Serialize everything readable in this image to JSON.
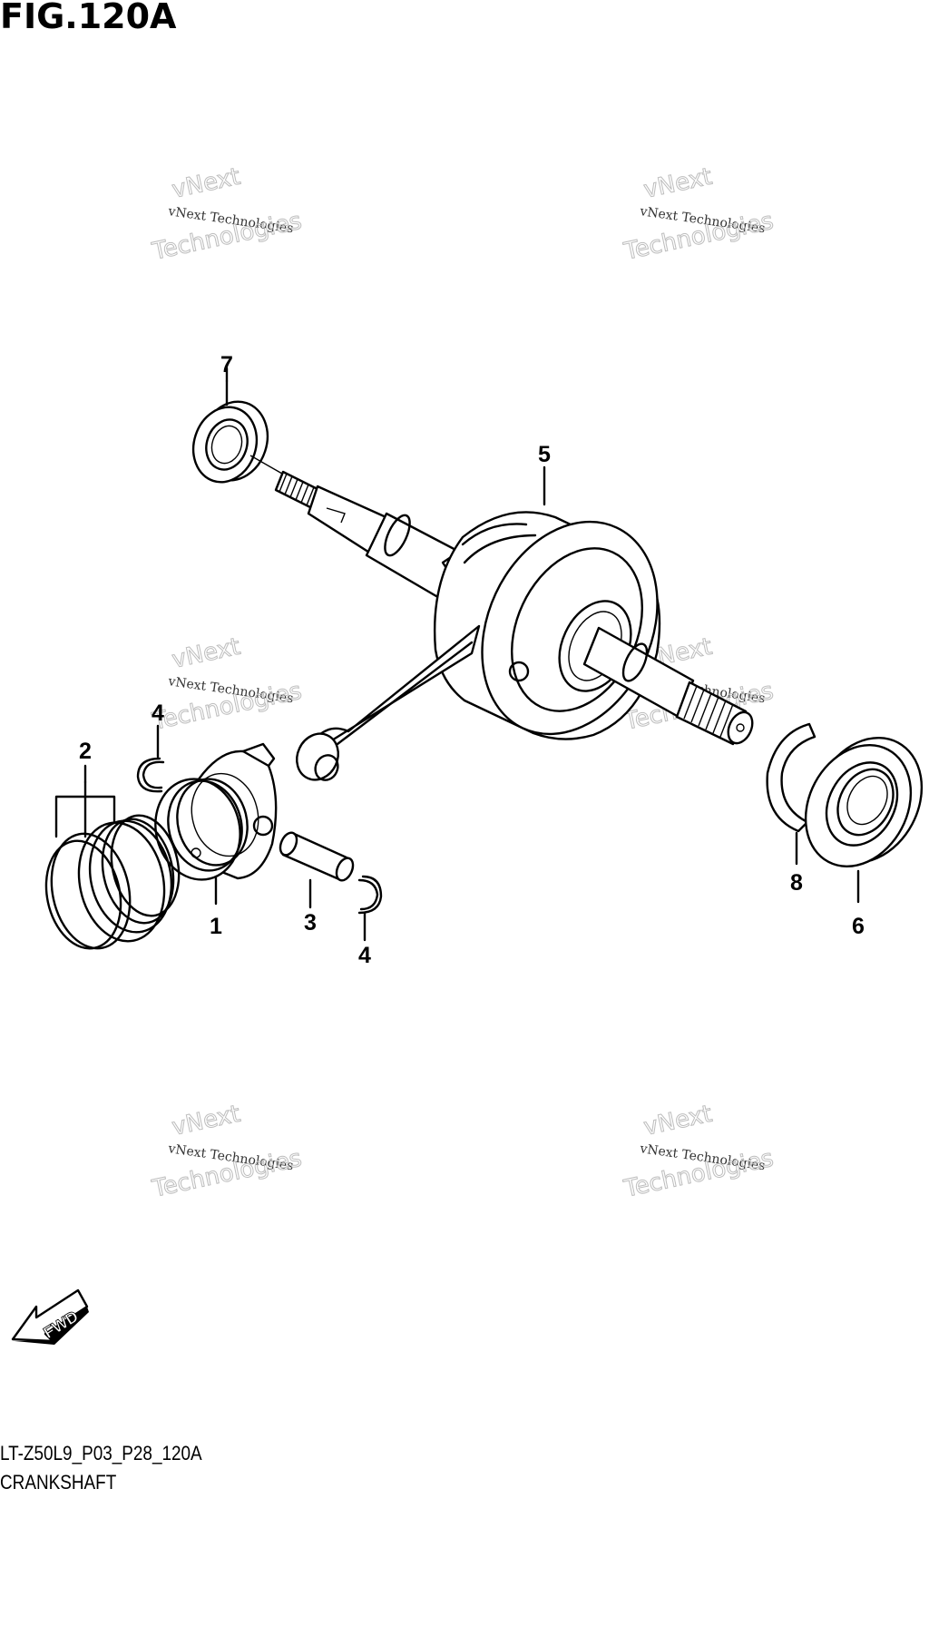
{
  "figure": {
    "title": "FIG.120A",
    "code": "LT-Z50L9_P03_P28_120A",
    "description": "CRANKSHAFT"
  },
  "callouts": [
    "1",
    "2",
    "3",
    "4",
    "4",
    "5",
    "6",
    "7",
    "8"
  ],
  "fwd_label": "FWD",
  "watermark": {
    "line1": "vNext Technologies",
    "line2": "vNext",
    "line3": "Technologies"
  }
}
